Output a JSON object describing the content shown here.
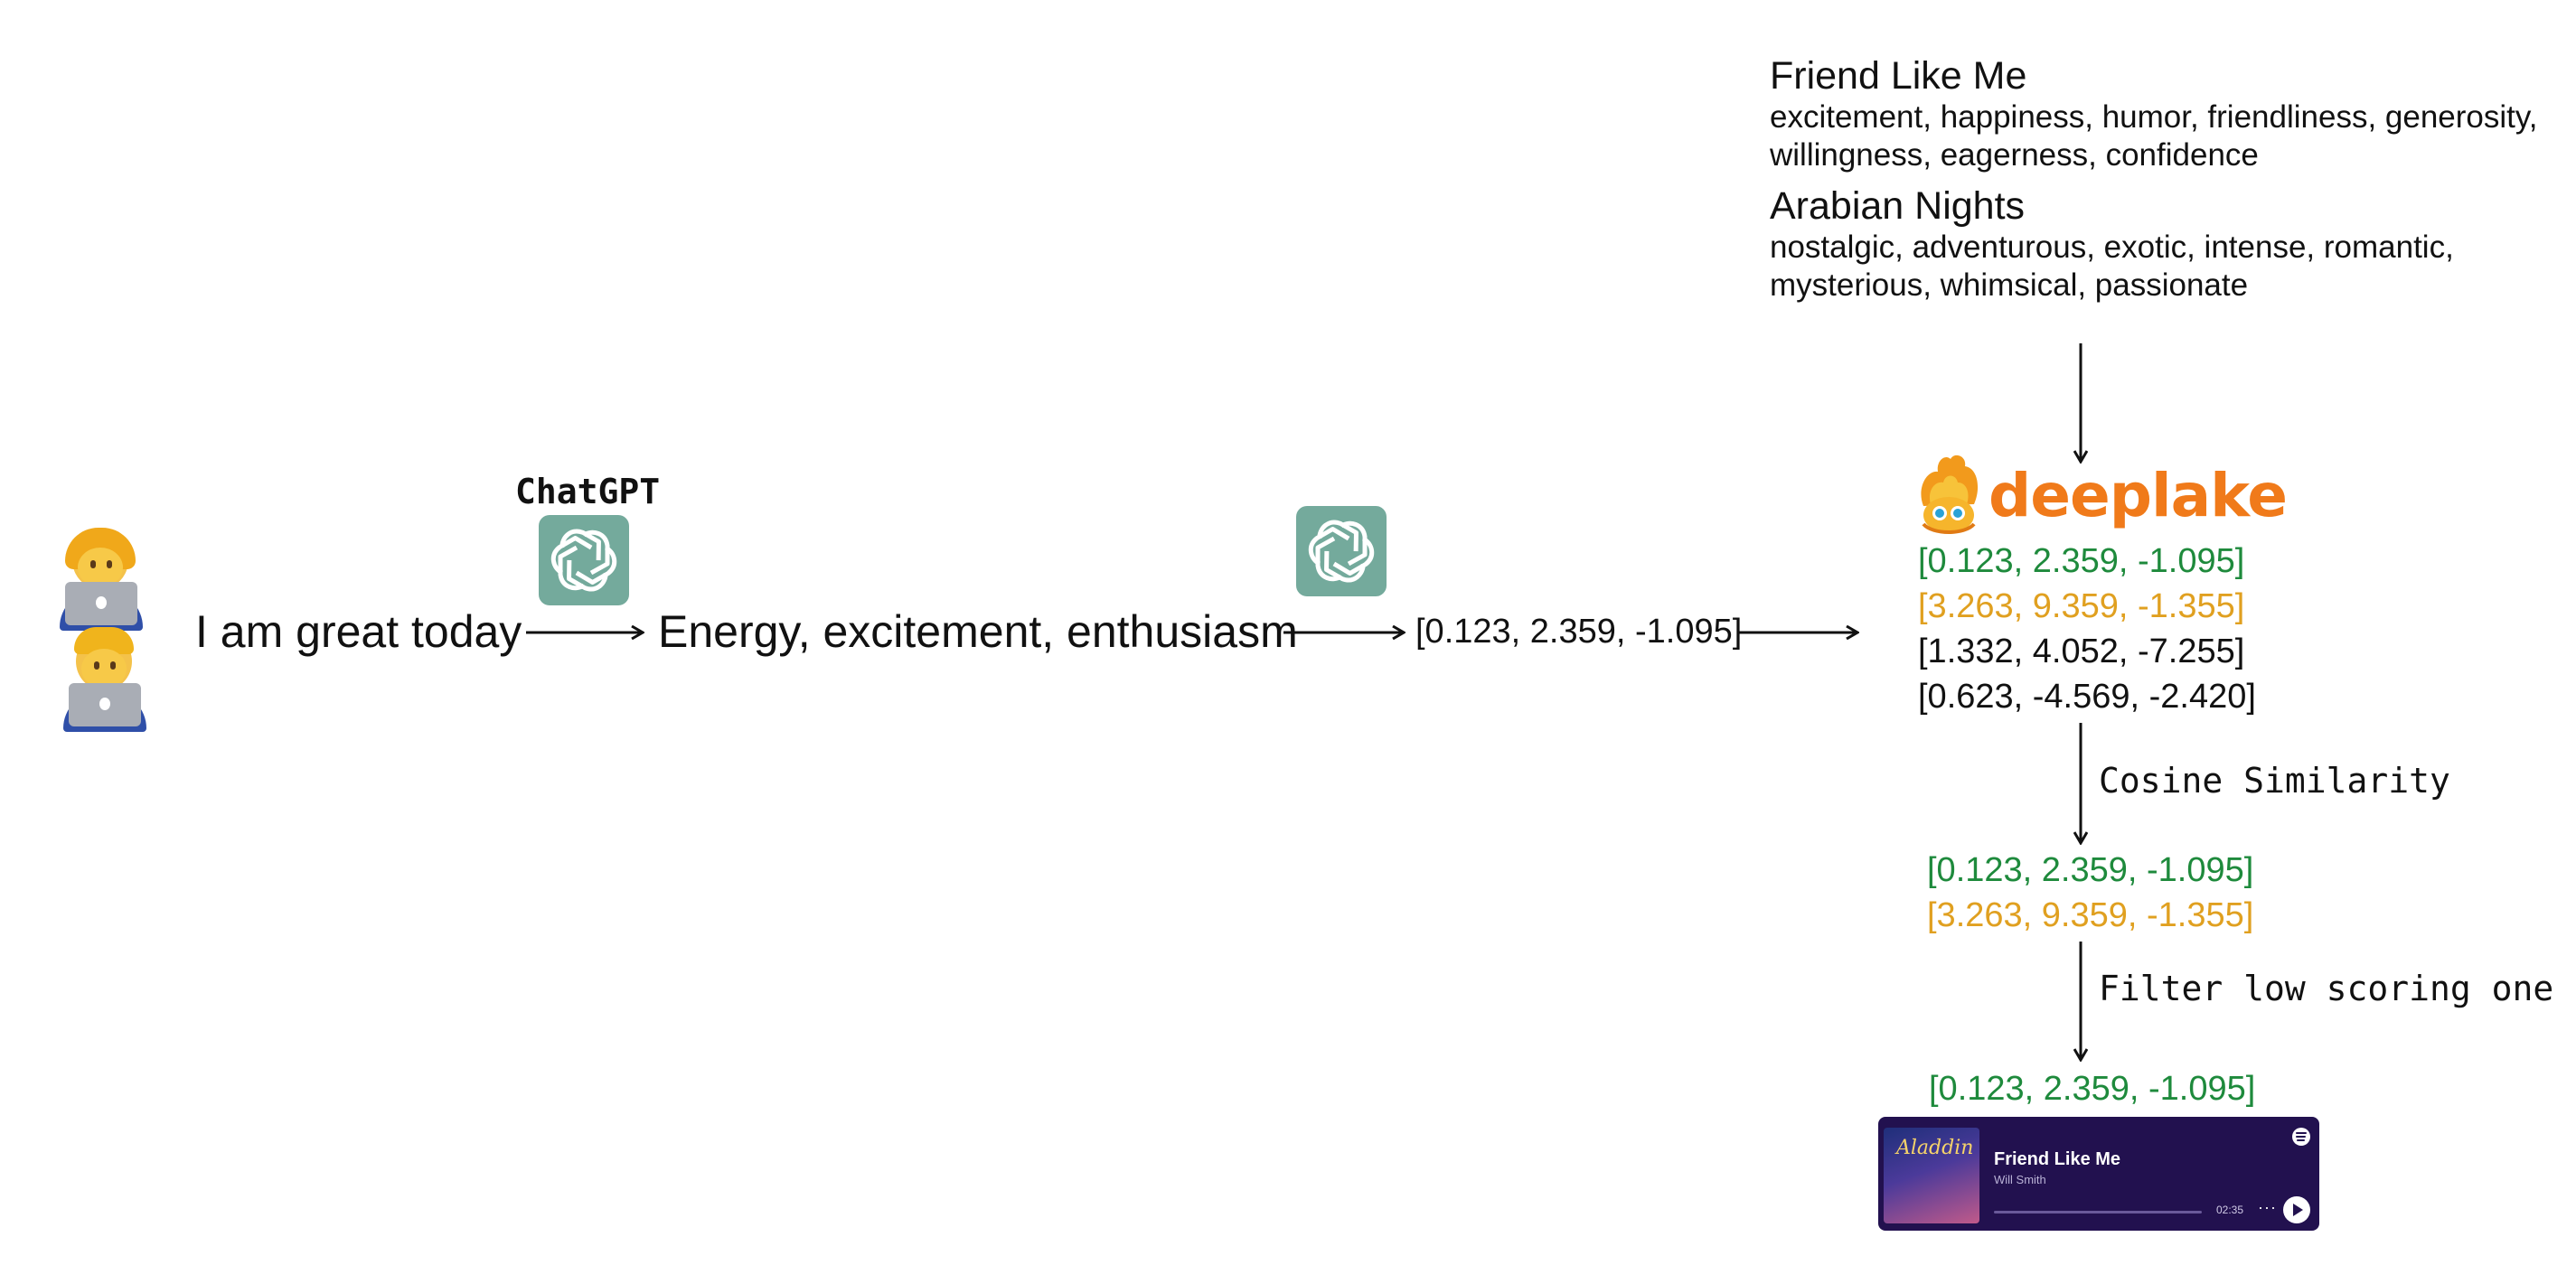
{
  "flow": {
    "input_text": "I am great today",
    "chatgpt_label": "ChatGPT",
    "emotions_text": "Energy, excitement, enthusiasm",
    "embedding_text": "[0.123, 2.359, -1.095]"
  },
  "songs": [
    {
      "title": "Friend Like Me",
      "tags_line1": "excitement, happiness, humor, friendliness, generosity,",
      "tags_line2": "willingness, eagerness, confidence"
    },
    {
      "title": "Arabian Nights",
      "tags_line1": "nostalgic, adventurous, exotic, intense, romantic,",
      "tags_line2": "mysterious, whimsical, passionate"
    }
  ],
  "deeplake": {
    "brand": "deeplake",
    "vectors": [
      {
        "text": "[0.123, 2.359, -1.095]",
        "color": "#1e8a3c"
      },
      {
        "text": "[3.263, 9.359, -1.355]",
        "color": "#e0a020"
      },
      {
        "text": "[1.332, 4.052, -7.255]",
        "color": "#111111"
      },
      {
        "text": "[0.623, -4.569, -2.420]",
        "color": "#111111"
      }
    ]
  },
  "steps": {
    "cosine_label": "Cosine Similarity",
    "filter_label": "Filter low scoring one"
  },
  "similar": [
    {
      "text": "[0.123, 2.359, -1.095]",
      "color": "#1e8a3c"
    },
    {
      "text": "[3.263, 9.359, -1.355]",
      "color": "#e0a020"
    }
  ],
  "result": {
    "text": "[0.123, 2.359, -1.095]",
    "color": "#1e8a3c"
  },
  "player": {
    "cover_title": "Aladdin",
    "title": "Friend Like Me",
    "artist": "Will Smith",
    "time": "02:35",
    "more": "···",
    "progress": 0.0
  },
  "colors": {
    "openai_tile": "#74aa9c",
    "match": "#1e8a3c",
    "second": "#e0a020",
    "deeplake_orange": "#f07a1a",
    "player_bg": "#22114f"
  },
  "icons": [
    "woman-technologist-icon",
    "man-technologist-icon",
    "openai-icon",
    "deeplake-mascot-icon",
    "spotify-icon",
    "play-icon"
  ]
}
